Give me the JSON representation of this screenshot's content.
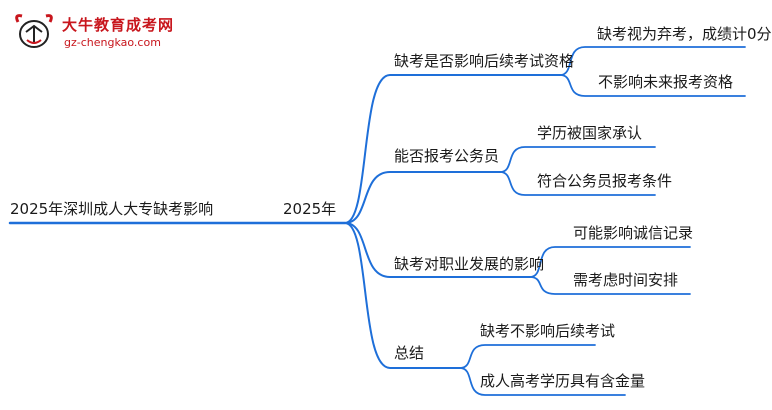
{
  "logo": {
    "title": "大牛教育成考网",
    "url": "gz-chengkao.com"
  },
  "colors": {
    "edge": "#1e6fd9",
    "text": "#1a1a1a",
    "brand": "#c8161d"
  },
  "root": {
    "label": "2025年深圳成人大专缺考影响"
  },
  "hub": {
    "label": "2025年"
  },
  "branches": [
    {
      "label": "缺考是否影响后续考试资格",
      "children": [
        "缺考视为弃考，成绩计0分",
        "不影响未来报考资格"
      ]
    },
    {
      "label": "能否报考公务员",
      "children": [
        "学历被国家承认",
        "符合公务员报考条件"
      ]
    },
    {
      "label": "缺考对职业发展的影响",
      "children": [
        "可能影响诚信记录",
        "需考虑时间安排"
      ]
    },
    {
      "label": "总结",
      "children": [
        "缺考不影响后续考试",
        "成人高考学历具有含金量"
      ]
    }
  ]
}
